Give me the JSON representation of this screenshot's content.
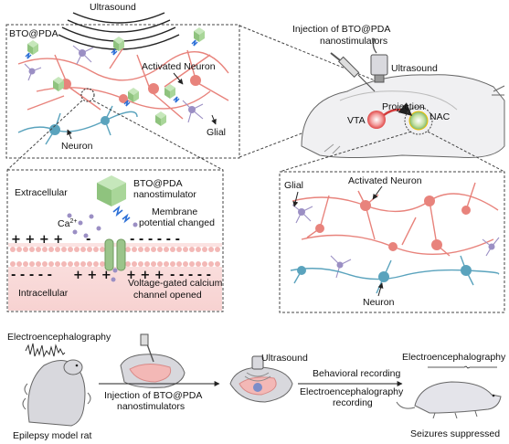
{
  "top_panel": {
    "ultrasound": "Ultrasound",
    "bto_pda": "BTO@PDA",
    "activated_neuron": "Activated Neuron",
    "neuron": "Neuron",
    "glial": "Glial"
  },
  "head_panel": {
    "injection_line1": "Injection of BTO@PDA",
    "injection_line2": "nanostimulators",
    "ultrasound": "Ultrasound",
    "projection": "Projection",
    "vta": "VTA",
    "nac": "NAC"
  },
  "membrane_panel": {
    "extracellular": "Extracellular",
    "intracellular": "Intracellular",
    "nano_line1": "BTO@PDA",
    "nano_line2": "nanostimulator",
    "ca_label": "Ca",
    "ca_charge": "2+",
    "membrane_line1": "Membrane",
    "membrane_line2": "potential changed",
    "channel_line1": "Voltage-gated calcium",
    "channel_line2": "channel opened",
    "top_signs_left": "+ + + +",
    "top_signs_mid": "-",
    "top_signs_right": "- - - - - -",
    "bottom_signs_left": "- - - - -",
    "bottom_signs_mid": "+ + +",
    "bottom_signs_mid2": "+ + +",
    "bottom_signs_right": "- - - - -"
  },
  "zoom_panel": {
    "glial": "Glial",
    "activated_neuron": "Activated Neuron",
    "neuron": "Neuron"
  },
  "bottom_row": {
    "eeg_left": "Electroencephalography",
    "rat_label": "Epilepsy model rat",
    "injection_line1": "Injection of BTO@PDA",
    "injection_line2": "nanostimulators",
    "ultrasound": "Ultrasound",
    "behavioral": "Behavioral recording",
    "eeg_mid_line1": "Electroencephalography",
    "eeg_mid_line2": "recording",
    "eeg_right": "Electroencephalography",
    "seizures": "Seizures suppressed"
  },
  "colors": {
    "activated": "#e8837c",
    "neuron_blue": "#5aa3bd",
    "glial": "#9b8fc4",
    "cube": "#9bd08f",
    "spark": "#2c6fd6",
    "membrane_pink": "#f3b8b6",
    "channel": "#9bc48a"
  }
}
